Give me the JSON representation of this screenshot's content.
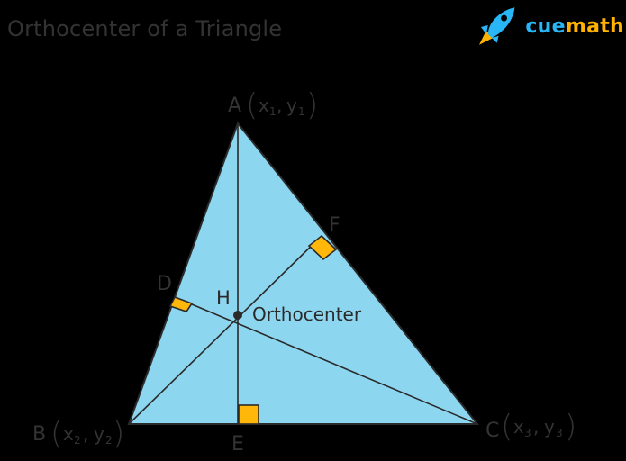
{
  "title": "Orthocenter of a Triangle",
  "logo": {
    "brand_part1": "cue",
    "brand_part2": "math",
    "icon": "rocket-icon"
  },
  "colors": {
    "background": "#000000",
    "triangle_fill": "#8dd6f0",
    "right_angle_marker": "#ffb80a",
    "lines": "#2a2a2a",
    "label_text": "#333333",
    "brand_blue": "#29b6f6",
    "brand_yellow": "#ffb300"
  },
  "vertices": {
    "A": {
      "name": "A",
      "coord_x": "x",
      "sub_x": "1",
      "coord_y": "y",
      "sub_y": "1"
    },
    "B": {
      "name": "B",
      "coord_x": "x",
      "sub_x": "2",
      "coord_y": "y",
      "sub_y": "2"
    },
    "C": {
      "name": "C",
      "coord_x": "x",
      "sub_x": "3",
      "coord_y": "y",
      "sub_y": "3"
    }
  },
  "feet": {
    "D": "D",
    "E": "E",
    "F": "F"
  },
  "orthocenter": {
    "point_label": "H",
    "caption": "Orthocenter"
  }
}
